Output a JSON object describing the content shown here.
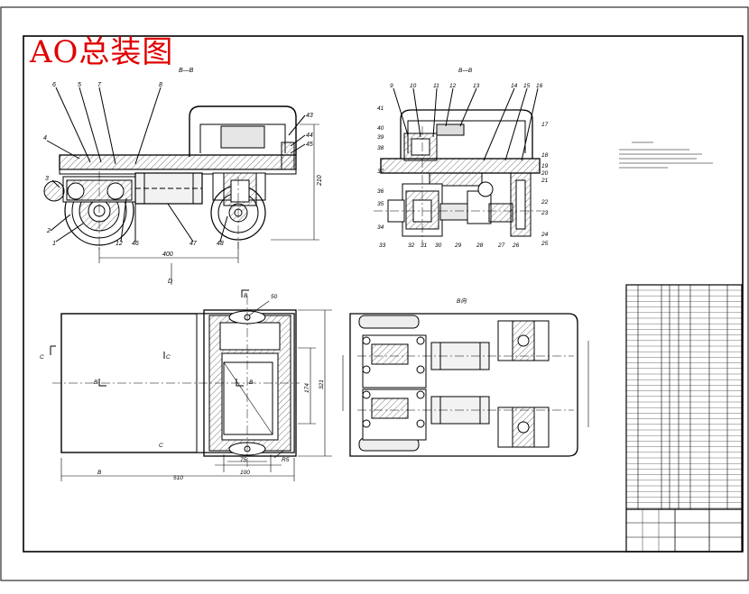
{
  "sheet": {
    "title": "AO总装图",
    "section_aa": "B—B",
    "section_bb": "B—B",
    "view_label": "B向",
    "d_label": "D"
  },
  "callouts": {
    "front_top": [
      "6",
      "5",
      "7",
      "8"
    ],
    "front_left": [
      "4",
      "3",
      "2",
      "1"
    ],
    "front_bottom": [
      "12",
      "46",
      "47",
      "48"
    ],
    "front_right": [
      "43",
      "44",
      "45"
    ],
    "side_top": [
      "9",
      "10",
      "11",
      "12",
      "13",
      "14",
      "15",
      "16"
    ],
    "side_left": [
      "41",
      "40",
      "39",
      "38",
      "37",
      "36",
      "35",
      "34"
    ],
    "side_right": [
      "17",
      "18",
      "19",
      "20",
      "21",
      "22",
      "23",
      "24",
      "25"
    ],
    "side_bottom": [
      "33",
      "32",
      "31",
      "30",
      "29",
      "28",
      "27",
      "26"
    ],
    "plan_top": "50"
  },
  "dimensions": {
    "front_width": "400",
    "front_height": "210",
    "plan_total_width": "510",
    "plan_height": "321",
    "plan_inner_height": "174",
    "plan_wheel_a": "75",
    "plan_wheel_b": "100",
    "plan_corner": "R5"
  },
  "section_marks": [
    "C",
    "C",
    "C",
    "B",
    "B",
    "B",
    "B"
  ],
  "colors": {
    "title": "#e00000",
    "line": "#000000",
    "hatch": "#555555",
    "fill": "#d8d8d8"
  }
}
